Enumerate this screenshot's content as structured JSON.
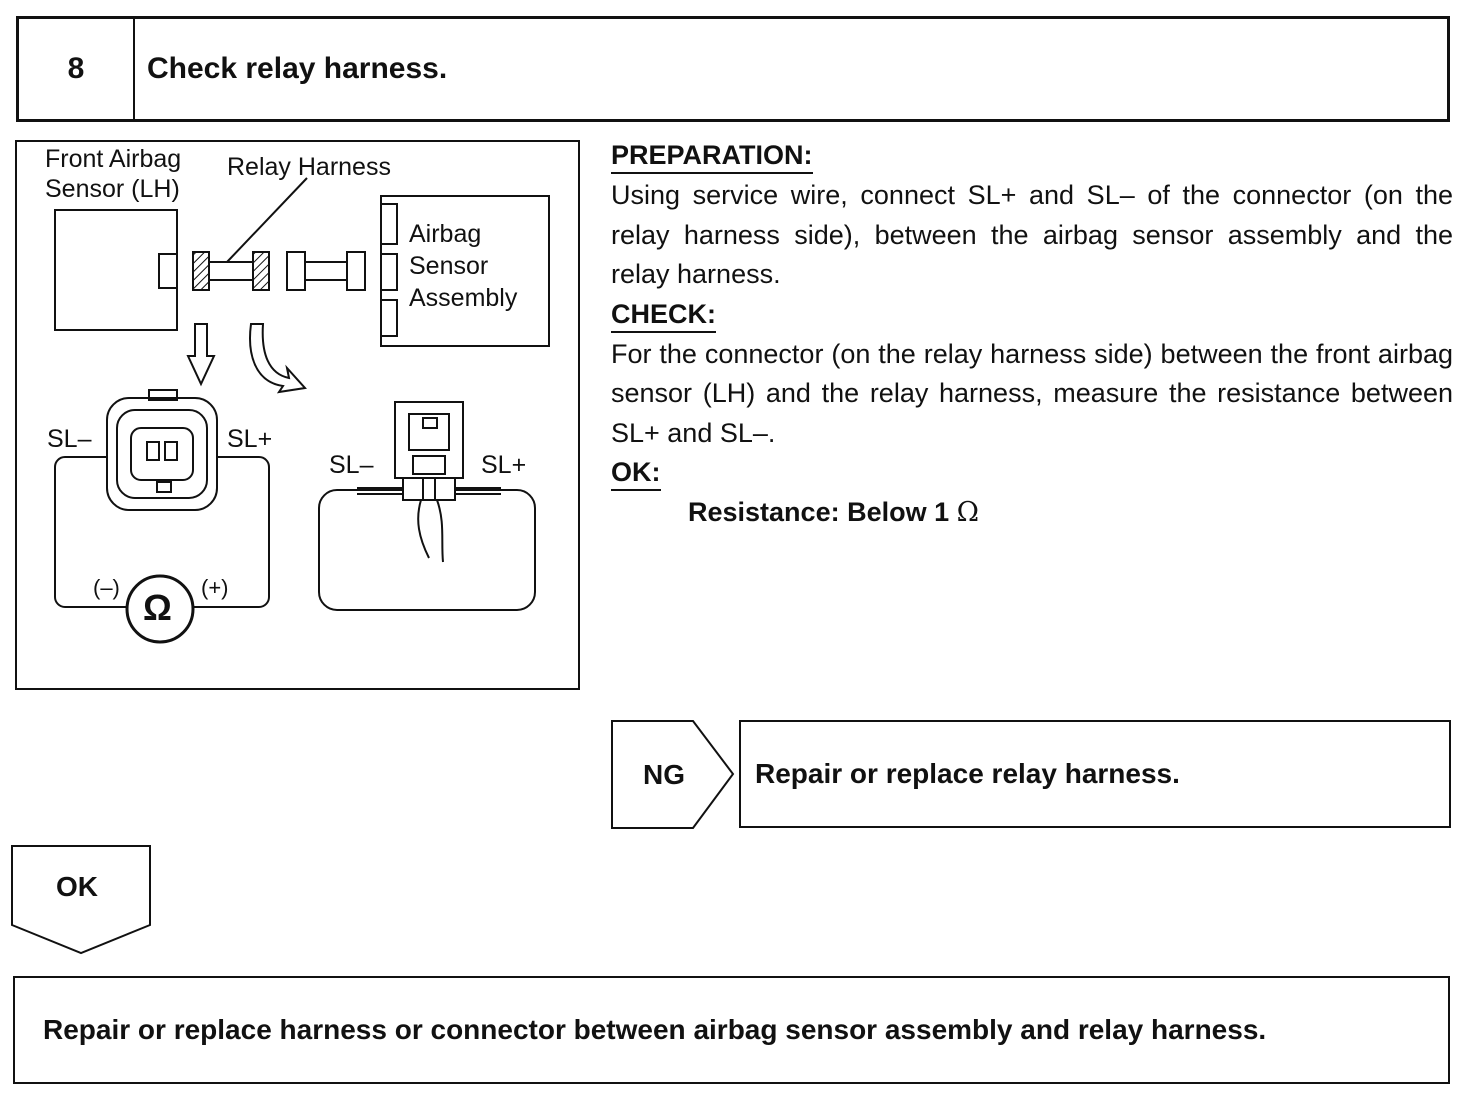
{
  "step": {
    "number": "8",
    "title": "Check relay harness."
  },
  "diagram": {
    "front_airbag_sensor_label_line1": "Front Airbag",
    "front_airbag_sensor_label_line2": "Sensor (LH)",
    "relay_harness_label": "Relay Harness",
    "airbag_sensor_assembly_line1": "Airbag",
    "airbag_sensor_assembly_line2": "Sensor",
    "airbag_sensor_assembly_line3": "Assembly",
    "left_terminal_minus": "SL–",
    "left_terminal_plus": "SL+",
    "ohmmeter_symbol": "Ω",
    "probe_negative": "(–)",
    "probe_positive": "(+)",
    "right_terminal_minus": "SL–",
    "right_terminal_plus": "SL+"
  },
  "instructions": {
    "preparation_heading": "PREPARATION:",
    "preparation_text": "Using service wire, connect SL+ and SL– of the connector (on the relay harness side), between the airbag sensor assembly and the relay harness.",
    "check_heading": "CHECK:",
    "check_text": "For the connector (on the relay harness side) between the front airbag sensor (LH) and the relay harness, measure the resistance between SL+ and SL–.",
    "ok_heading": "OK:",
    "spec_text": "Resistance: Below 1",
    "spec_unit": "Ω"
  },
  "ng_branch": {
    "tag": "NG",
    "result": "Repair or replace relay harness."
  },
  "ok_branch": {
    "tag": "OK",
    "result": "Repair or replace harness or connector between airbag sensor assembly and relay harness."
  }
}
